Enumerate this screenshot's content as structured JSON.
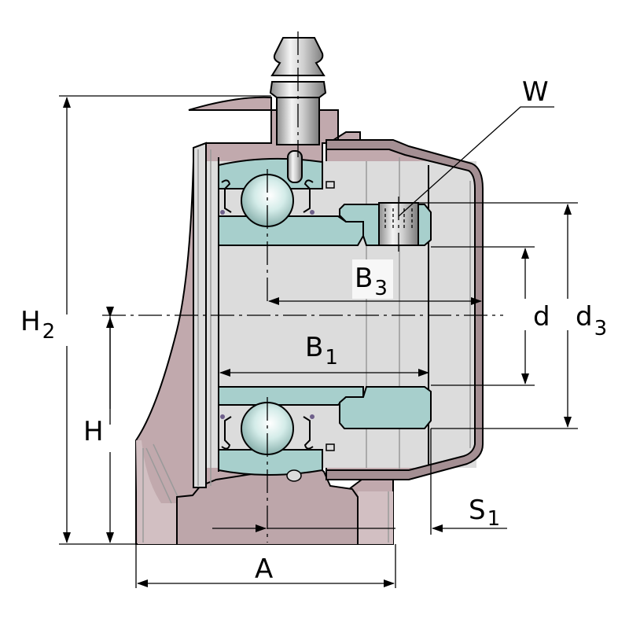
{
  "figure": {
    "title": "Flanged housing unit with ball bearing insert – sectional view",
    "labels": {
      "H2": {
        "main": "H",
        "sub": "2"
      },
      "H": {
        "main": "H",
        "sub": ""
      },
      "A": {
        "main": "A",
        "sub": ""
      },
      "B1": {
        "main": "B",
        "sub": "1"
      },
      "B3": {
        "main": "B",
        "sub": "3"
      },
      "d": {
        "main": "d",
        "sub": ""
      },
      "d3": {
        "main": "d",
        "sub": "3"
      },
      "S1": {
        "main": "S",
        "sub": "1"
      },
      "W": {
        "main": "W",
        "sub": ""
      }
    },
    "colors": {
      "housing": "#c1a9ad",
      "housing_light": "#d2bfc2",
      "cover": "#a48f93",
      "bearing_ring": "#a7cfcc",
      "ball": "#c9e6e2",
      "shaft_grey": "#dcdcdc",
      "seal": "#6e5f8a",
      "outline": "#000000"
    },
    "components": [
      "housing",
      "grease-nipple",
      "bearing-outer-ring",
      "bearing-inner-ring",
      "ball",
      "seal",
      "eccentric-collar",
      "grub-screw",
      "end-cover",
      "shaft"
    ]
  }
}
